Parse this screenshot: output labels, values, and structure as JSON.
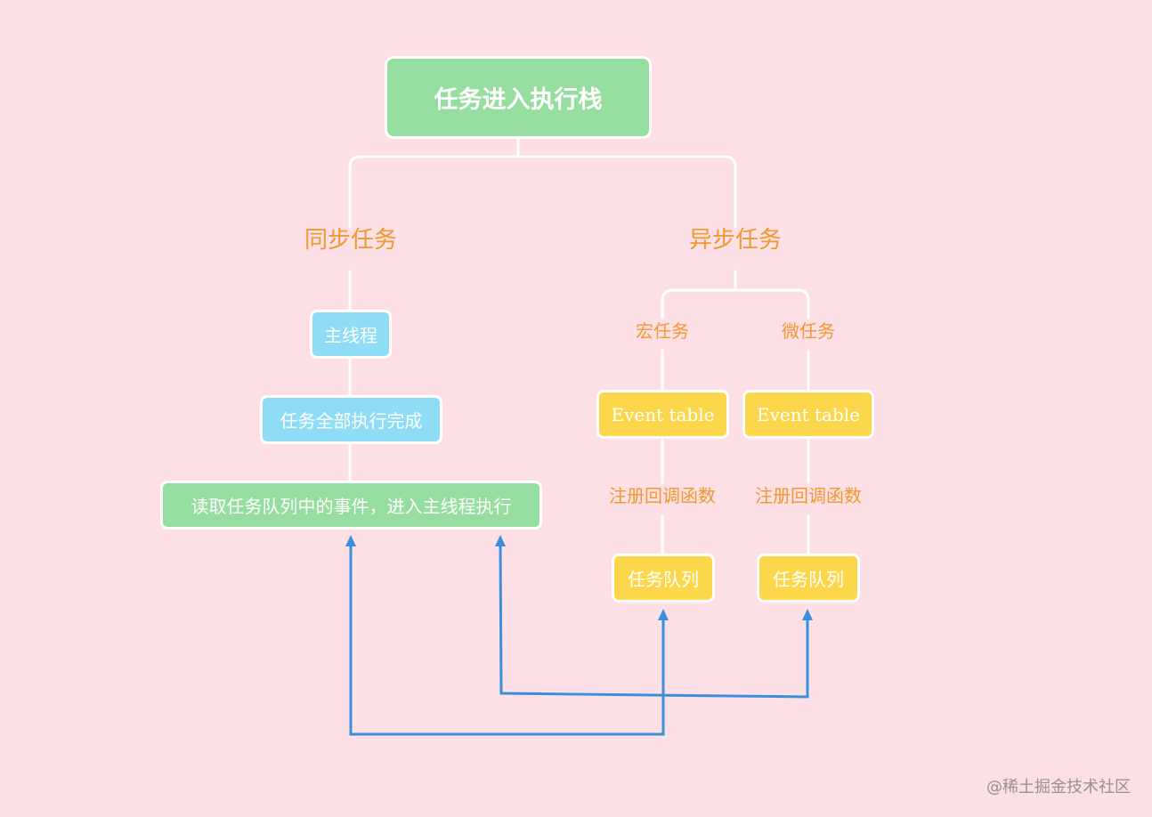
{
  "root": {
    "label": "任务进入执行栈"
  },
  "sync": {
    "label": "同步任务",
    "main_thread": "主线程",
    "all_done": "任务全部执行完成",
    "read_queue": "读取任务队列中的事件，进入主线程执行"
  },
  "async": {
    "label": "异步任务",
    "macro": {
      "label": "宏任务",
      "event_table": "Event table",
      "register": "注册回调函数",
      "queue": "任务队列"
    },
    "micro": {
      "label": "微任务",
      "event_table": "Event table",
      "register": "注册回调函数",
      "queue": "任务队列"
    }
  },
  "watermark": "@稀土掘金技术社区",
  "colors": {
    "background": "#fde0e6",
    "root_green": "#95dea0",
    "sync_blue": "#8fdcf6",
    "async_yellow": "#fcd74c",
    "label_orange": "#f0972f",
    "arrow_blue": "#3a8fdc",
    "connector": "#ffffff"
  }
}
